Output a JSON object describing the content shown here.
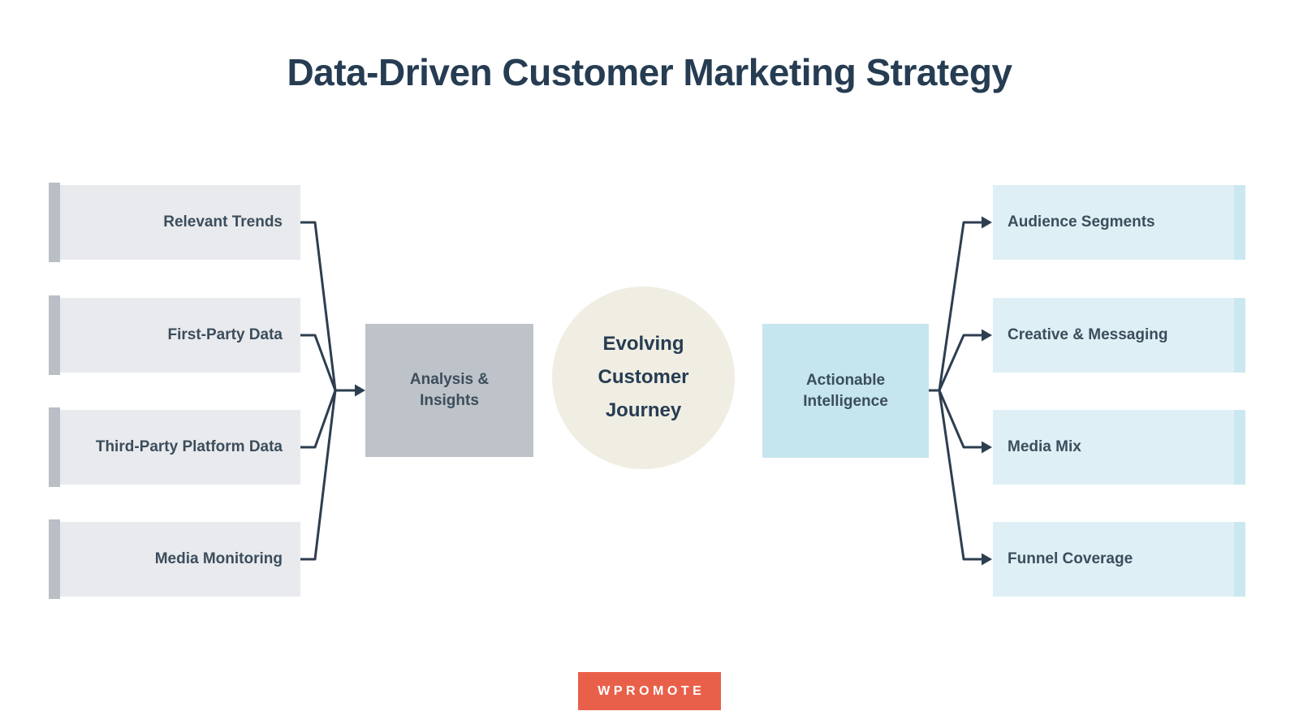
{
  "title": "Data-Driven Customer Marketing Strategy",
  "flow": {
    "sources": [
      "Relevant Trends",
      "First-Party Data",
      "Third-Party Platform Data",
      "Media Monitoring"
    ],
    "analysis": "Analysis & Insights",
    "journey": "Evolving Customer Journey",
    "intelligence": "Actionable Intelligence",
    "outputs": [
      "Audience Segments",
      "Creative & Messaging",
      "Media Mix",
      "Funnel Coverage"
    ],
    "logo": "WPROMOTE"
  },
  "colors": {
    "title": "#263c52",
    "label": "#3c4d5c",
    "connector": "#2d3e50",
    "source_box": "#e8eaed",
    "accent_bar_left": "#b9bfc5",
    "analysis_box": "#bdc3c8",
    "journey_circle": "#f0ede3",
    "intelligence_box": "#c5e6ef",
    "output_box": "#def0f5",
    "accent_bar_right": "#cbe8f1",
    "logo_bg": "#e9604a",
    "logo_text": "#ffffff"
  }
}
